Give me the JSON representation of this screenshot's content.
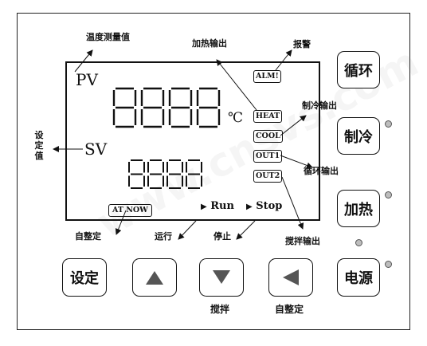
{
  "display": {
    "pv": "PV",
    "sv": "SV",
    "unit": "℃",
    "pv_value": "8888",
    "sv_value": "8888",
    "run": "Run",
    "stop": "Stop",
    "tags": {
      "alm": "ALM!",
      "heat": "HEAT",
      "cool": "COOL",
      "out1": "OUT1",
      "out2": "OUT2",
      "at_now": "AT NOW"
    }
  },
  "annotations": {
    "temp_measure": "温度测量值",
    "heating_output": "加热输出",
    "alarm": "报警",
    "cooling_output": "制冷输出",
    "setpoint": "设定值",
    "circulation_output": "循环输出",
    "stirring_output": "搅拌输出",
    "autotune": "自整定",
    "running": "运行",
    "stopped": "停止"
  },
  "side_buttons": {
    "circulation": "循环",
    "cooling": "制冷",
    "heating": "加热",
    "power": "电源"
  },
  "bottom_buttons": {
    "set": "设定",
    "up_icon": "up-triangle-icon",
    "down_icon": "down-triangle-icon",
    "left_icon": "left-triangle-icon",
    "down_caption": "搅拌",
    "left_caption": "自整定"
  },
  "watermark": "www.cnsvs.com"
}
